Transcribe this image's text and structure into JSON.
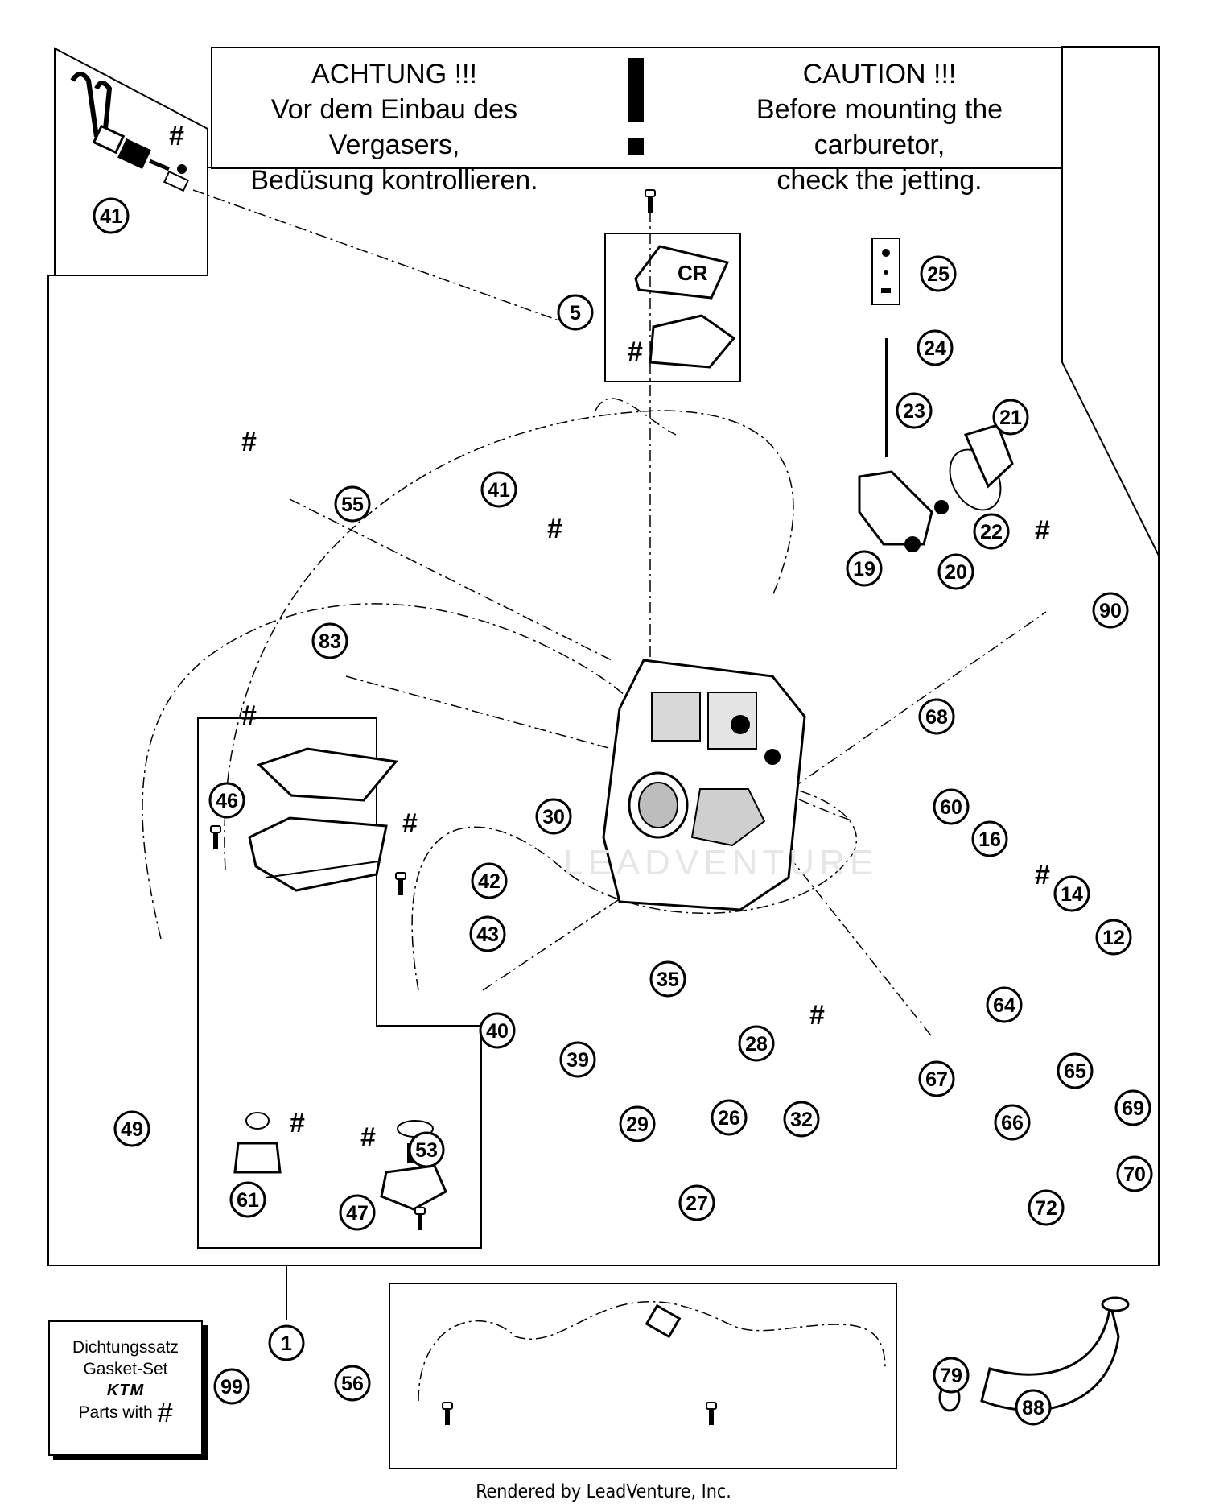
{
  "caution": {
    "de_title": "ACHTUNG !!!",
    "de_line1": "Vor dem Einbau des Vergasers,",
    "de_line2": "Bedüsung kontrollieren.",
    "en_title": "CAUTION !!!",
    "en_line1": "Before mounting the carburetor,",
    "en_line2": "check the jetting."
  },
  "gasket_set": {
    "line1": "Dichtungssatz",
    "line2": "Gasket-Set",
    "logo": "KTM",
    "line3": "Parts with",
    "hash": "#"
  },
  "cover_text": "CR",
  "watermark": "LEADVENTURE",
  "footer": "Rendered by LeadVenture, Inc.",
  "callouts": [
    "41",
    "5",
    "25",
    "24",
    "23",
    "21",
    "22",
    "19",
    "20",
    "55",
    "41",
    "83",
    "46",
    "49",
    "61",
    "47",
    "53",
    "30",
    "42",
    "43",
    "40",
    "39",
    "35",
    "28",
    "29",
    "26",
    "27",
    "32",
    "68",
    "60",
    "16",
    "14",
    "12",
    "90",
    "64",
    "67",
    "65",
    "66",
    "69",
    "70",
    "72",
    "1",
    "99",
    "56",
    "79",
    "88"
  ],
  "hash_symbol": "#"
}
